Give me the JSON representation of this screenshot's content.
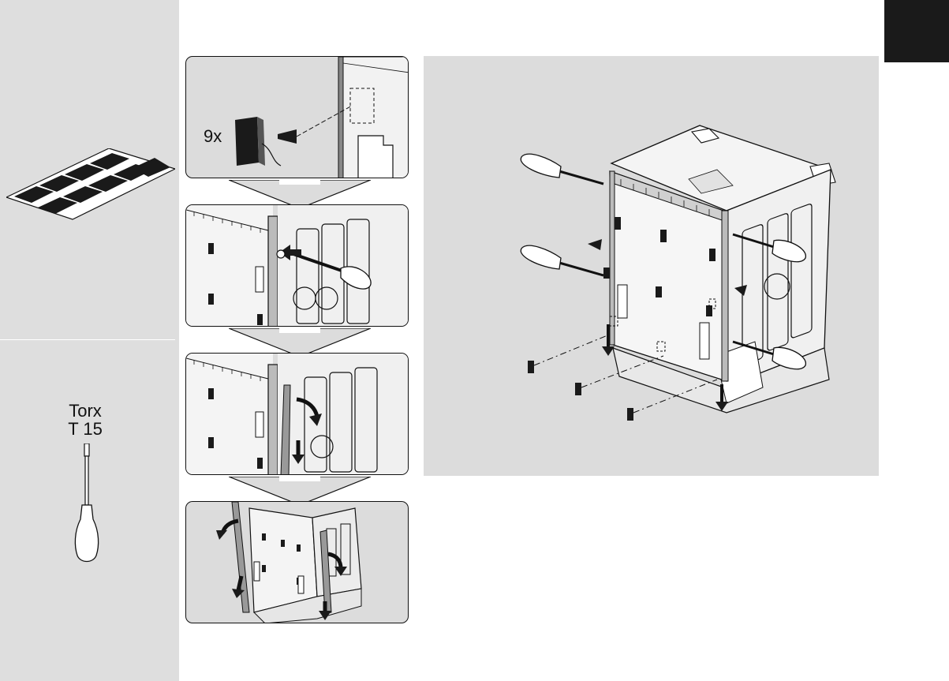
{
  "sidebar": {
    "tool": {
      "name": "Torx",
      "size": "T 15"
    }
  },
  "steps": [
    {
      "quantity_label": "9x"
    },
    {},
    {},
    {}
  ],
  "colors": {
    "sidebar_bg": "#dedede",
    "panel_bg": "#dcdcdc",
    "line": "#111111",
    "tab_marker": "#1a1a1a",
    "pad_fill": "#1a1a1a"
  },
  "icons": [
    "adhesive-pads-icon",
    "screwdriver-icon",
    "direction-arrow-icon",
    "sealing-strip-icon"
  ]
}
